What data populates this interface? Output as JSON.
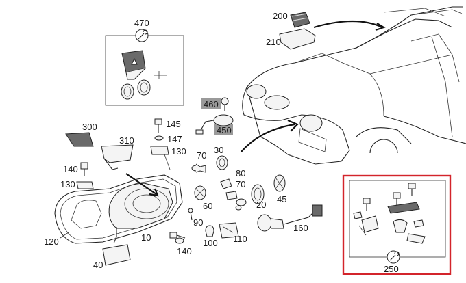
{
  "callouts": {
    "c470": "470",
    "c200": "200",
    "c210": "210",
    "c460": "460",
    "c450": "450",
    "c145": "145",
    "c147": "147",
    "c130a": "130",
    "c300": "300",
    "c310": "310",
    "c70a": "70",
    "c30": "30",
    "c140a": "140",
    "c130b": "130",
    "c80": "80",
    "c70b": "70",
    "c60": "60",
    "c20": "20",
    "c45": "45",
    "c160": "160",
    "c120": "120",
    "c10": "10",
    "c90": "90",
    "c100": "100",
    "c110": "110",
    "c140b": "140",
    "c40": "40",
    "c250": "250"
  },
  "colors": {
    "highlight_box": "#d3242b",
    "label_highlight": "#9a9a9a",
    "line": "#222222"
  },
  "icons": [
    "wrench-icon"
  ]
}
